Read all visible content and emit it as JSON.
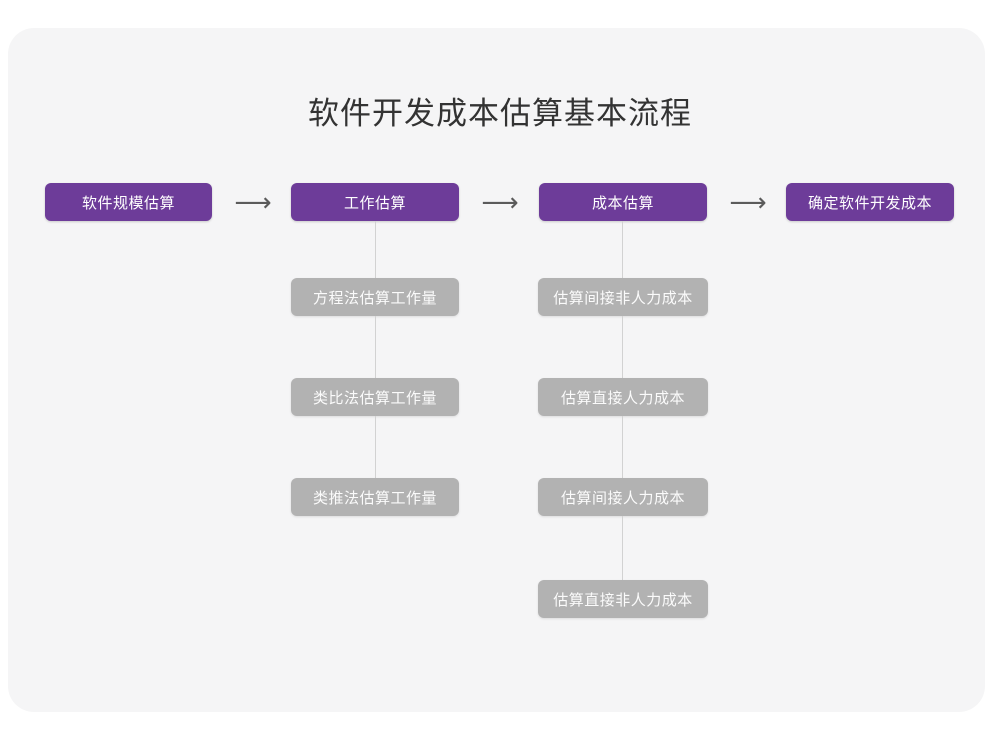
{
  "title": "软件开发成本估算基本流程",
  "colors": {
    "page_background": "#ffffff",
    "card_background": "#f5f5f6",
    "primary_node": "#6d3c99",
    "primary_node_text": "#ffffff",
    "secondary_node": "#b2b2b2",
    "secondary_node_text": "#fbfbfb",
    "title_text": "#333333",
    "connector_line": "#d2d2d2",
    "arrow": "#5b5b5b"
  },
  "diagram": {
    "type": "flowchart",
    "orientation": "left-to-right with vertical sub-branches",
    "stages": [
      {
        "id": "stage-1",
        "label": "软件规模估算",
        "level": "primary",
        "children": []
      },
      {
        "id": "stage-2",
        "label": "工作估算",
        "level": "primary",
        "children": [
          {
            "id": "stage-2-child-1",
            "label": "方程法估算工作量",
            "level": "secondary"
          },
          {
            "id": "stage-2-child-2",
            "label": "类比法估算工作量",
            "level": "secondary"
          },
          {
            "id": "stage-2-child-3",
            "label": "类推法估算工作量",
            "level": "secondary"
          }
        ]
      },
      {
        "id": "stage-3",
        "label": "成本估算",
        "level": "primary",
        "children": [
          {
            "id": "stage-3-child-1",
            "label": "估算间接非人力成本",
            "level": "secondary"
          },
          {
            "id": "stage-3-child-2",
            "label": "估算直接人力成本",
            "level": "secondary"
          },
          {
            "id": "stage-3-child-3",
            "label": "估算间接人力成本",
            "level": "secondary"
          },
          {
            "id": "stage-3-child-4",
            "label": "估算直接非人力成本",
            "level": "secondary"
          }
        ]
      },
      {
        "id": "stage-4",
        "label": "确定软件开发成本",
        "level": "primary",
        "children": []
      }
    ],
    "arrows": [
      {
        "id": "arrow-1",
        "glyph": "⟶",
        "from": "stage-1",
        "to": "stage-2"
      },
      {
        "id": "arrow-2",
        "glyph": "⟶",
        "from": "stage-2",
        "to": "stage-3"
      },
      {
        "id": "arrow-3",
        "glyph": "⟶",
        "from": "stage-3",
        "to": "stage-4"
      }
    ]
  }
}
